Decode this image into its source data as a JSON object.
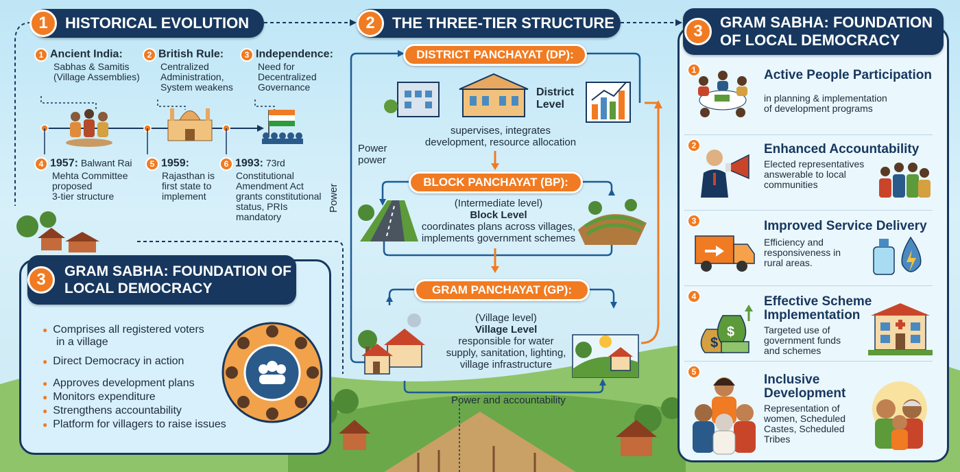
{
  "sections": {
    "s1": {
      "number": "1",
      "title": "HISTORICAL EVOLUTION"
    },
    "s2": {
      "number": "2",
      "title": "THE THREE-TIER STRUCTURE"
    },
    "s3": {
      "number": "3",
      "title_line1": "GRAM SABHA: FOUNDATION",
      "title_line2": "OF LOCAL DEMOCRACY"
    },
    "s3b": {
      "number": "3",
      "title_line1": "GRAM SABHA: FOUNDATION OF",
      "title_line2": "LOCAL DEMOCRACY"
    }
  },
  "evolution": [
    {
      "n": "1",
      "title": "Ancient India:",
      "text": [
        "Sabhas & Samitis",
        "(Village Assemblies)"
      ]
    },
    {
      "n": "2",
      "title": "British Rule:",
      "text": [
        "Centralized",
        "Administration,",
        "System weakens"
      ]
    },
    {
      "n": "3",
      "title": "Independence:",
      "text": [
        "Need for",
        "Decentralized",
        "Governance"
      ]
    },
    {
      "n": "4",
      "title": "1957:",
      "text": [
        "Balwant Rai",
        "Mehta Committee",
        "proposed",
        "3-tier structure"
      ]
    },
    {
      "n": "5",
      "title": "1959:",
      "text": [
        "Rajasthan is",
        "first state to",
        "implement"
      ]
    },
    {
      "n": "6",
      "title": "1993:",
      "text": [
        "73rd",
        "Constitutional",
        "Amendment Act",
        "grants constitutional",
        "status, PRIs",
        "mandatory"
      ]
    }
  ],
  "tiers": {
    "dp": {
      "label": "DISTRICT PANCHAYAT (DP):",
      "level": [
        "District",
        "Level"
      ],
      "desc": [
        "supervises, integrates",
        "development, resource allocation"
      ]
    },
    "bp": {
      "label": "BLOCK PANCHAYAT (BP):",
      "sub": "(Intermediate level)",
      "level": "Block Level",
      "desc": [
        "coordinates plans across villages,",
        "implements government schemes"
      ]
    },
    "gp": {
      "label": "GRAM PANCHAYAT (GP):",
      "sub": "(Village level)",
      "level": "Village Level",
      "desc": [
        "responsible for water",
        "supply, sanitation, lighting,",
        "village infrastructure"
      ]
    },
    "power_label": [
      "Power",
      "power"
    ],
    "power_side": "Power",
    "power_bottom": "Power and accountability"
  },
  "gram_sabha": [
    [
      "Comprises all registered voters",
      "in a village"
    ],
    [
      "Direct Democracy in action"
    ],
    [
      "Approves development plans"
    ],
    [
      "Monitors expenditure"
    ],
    [
      "Strengthens accountability"
    ],
    [
      "Platform for villagers to raise issues"
    ]
  ],
  "benefits": [
    {
      "n": "1",
      "title": [
        "Active People Participation"
      ],
      "desc": [
        "in planning & implementation",
        "of development programs"
      ]
    },
    {
      "n": "2",
      "title": [
        "Enhanced Accountability"
      ],
      "desc": [
        "Elected representatives",
        "answerable to local",
        "communities"
      ]
    },
    {
      "n": "3",
      "title": [
        "Improved Service Delivery"
      ],
      "desc": [
        "Efficiency and",
        "responsiveness in",
        "rural areas."
      ]
    },
    {
      "n": "4",
      "title": [
        "Effective Scheme",
        "Implementation"
      ],
      "desc": [
        "Targeted use of",
        "government funds",
        "and schemes"
      ]
    },
    {
      "n": "5",
      "title": [
        "Inclusive",
        "Development"
      ],
      "desc": [
        "Representation of",
        "women, Scheduled",
        "Castes, Scheduled",
        "Tribes"
      ]
    }
  ],
  "colors": {
    "navy": "#17375e",
    "orange": "#f07b22",
    "sky": "#bfe6f6",
    "green": "#5c9a3a"
  }
}
